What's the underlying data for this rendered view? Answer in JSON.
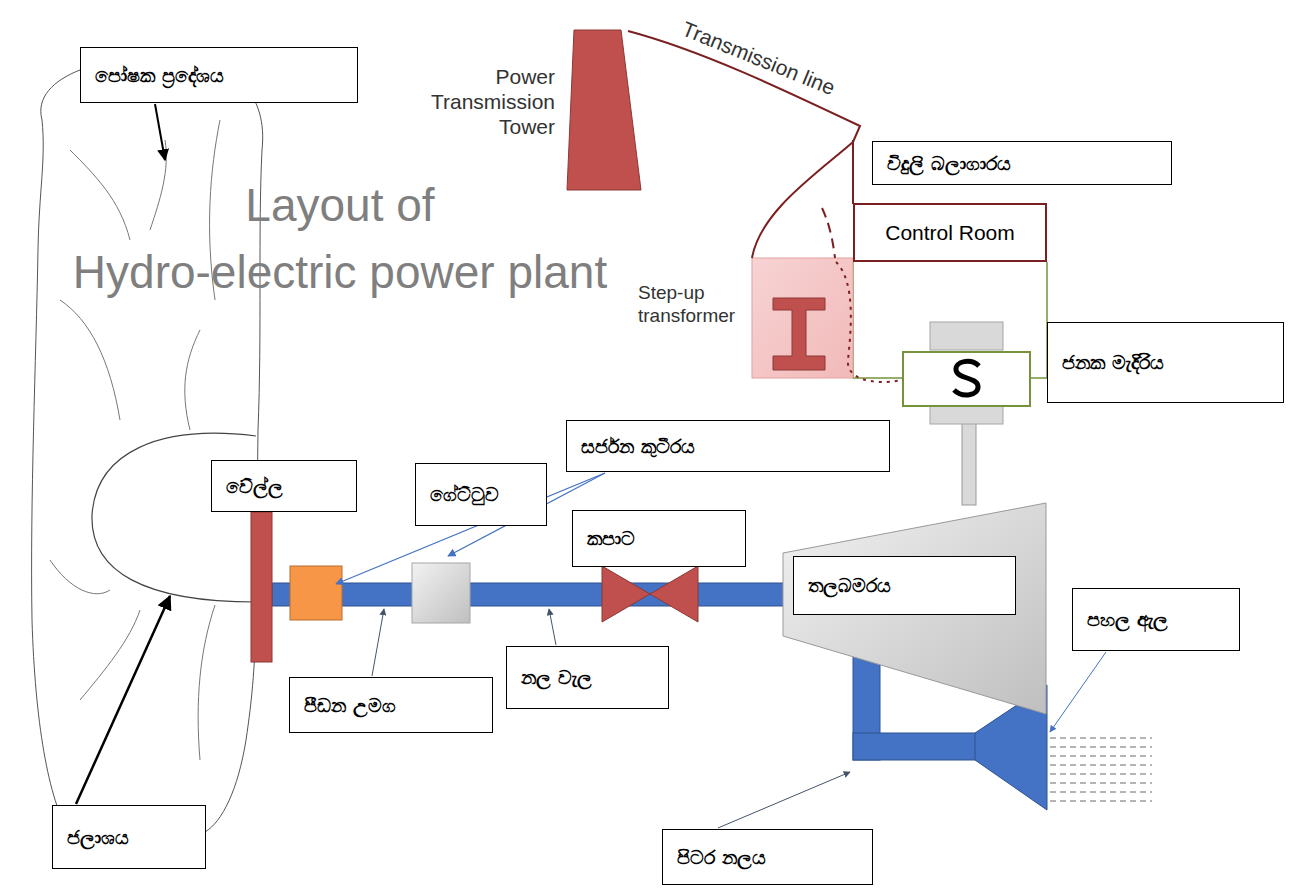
{
  "diagram": {
    "title": "Layout of Hydro-electric power plant",
    "nodes": [
      {
        "text": [
          "විදුලි බලාගාරය"
        ]
      },
      {
        "text": [
          "Control Room"
        ]
      },
      {
        "text": [
          "පෝෂක ප්‍රදේශය"
        ]
      },
      {
        "text": [
          "ජනක මැදිරිය"
        ]
      },
      {
        "text": [
          "සර්ජන කුටීරය"
        ]
      },
      {
        "text": [
          "වේල්ල"
        ]
      },
      {
        "text": [
          "ගේට්ටුව"
        ]
      },
      {
        "text": [
          "කපාට"
        ]
      },
      {
        "text": [
          "තලබමරය"
        ]
      },
      {
        "text": [
          "පහල ඇල"
        ]
      },
      {
        "text": [
          "නල වැල"
        ]
      },
      {
        "text": [
          "පීඩන උමග"
        ]
      },
      {
        "text": [
          "ජලාශය"
        ]
      },
      {
        "text": [
          "පිටර නලය"
        ]
      }
    ],
    "labels": [
      "Power Transmission Tower",
      "Transmission line",
      "Step-up transformer"
    ]
  }
}
